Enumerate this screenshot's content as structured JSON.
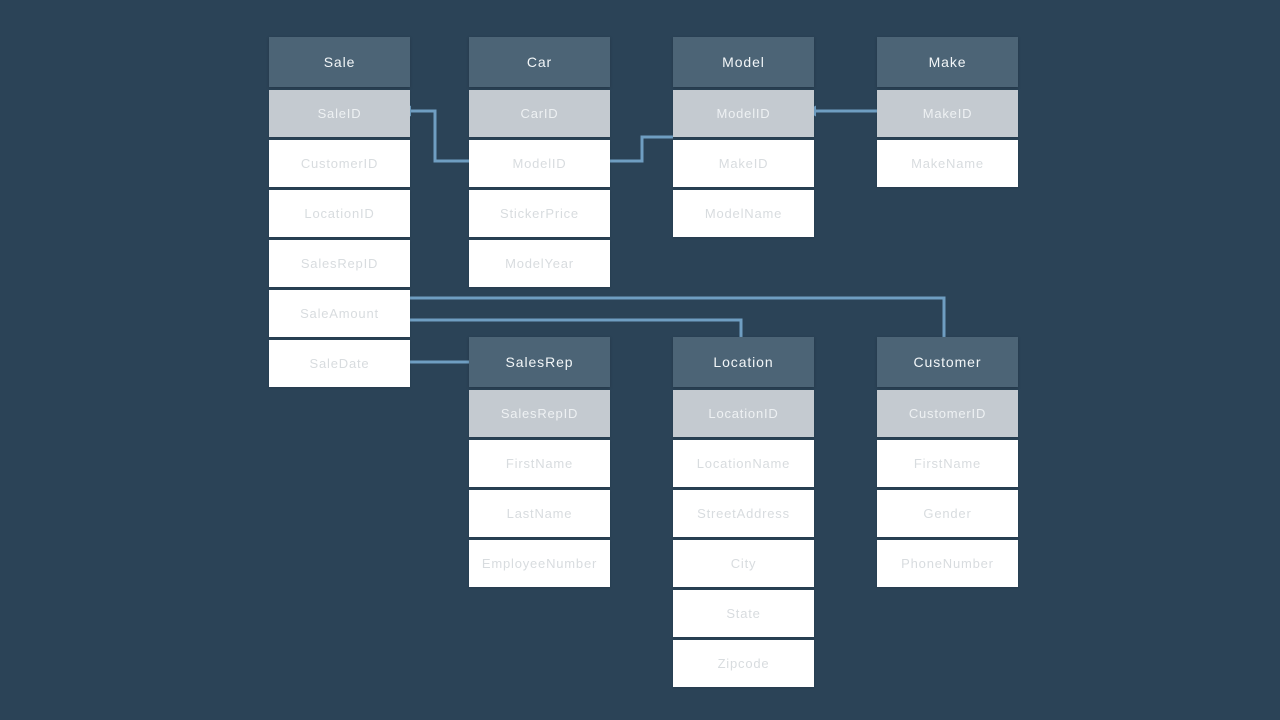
{
  "diagram": {
    "type": "entity-relationship",
    "colors": {
      "background": "#2b4357",
      "table_header_bg": "#4c6476",
      "primary_key_bg": "#c4cad0",
      "row_bg": "#ffffff",
      "header_text": "#f2f6f8",
      "primary_key_text": "#eef1f3",
      "field_text": "#d8dcdf",
      "connector": "#6f9ec2"
    },
    "tables": [
      {
        "name": "Sale",
        "fields": [
          {
            "label": "SaleID",
            "pk": true
          },
          {
            "label": "CustomerID",
            "pk": false
          },
          {
            "label": "LocationID",
            "pk": false
          },
          {
            "label": "SalesRepID",
            "pk": false
          },
          {
            "label": "SaleAmount",
            "pk": false
          },
          {
            "label": "SaleDate",
            "pk": false
          }
        ]
      },
      {
        "name": "Car",
        "fields": [
          {
            "label": "CarID",
            "pk": true
          },
          {
            "label": "ModelID",
            "pk": false
          },
          {
            "label": "StickerPrice",
            "pk": false
          },
          {
            "label": "ModelYear",
            "pk": false
          }
        ]
      },
      {
        "name": "Model",
        "fields": [
          {
            "label": "ModelID",
            "pk": true
          },
          {
            "label": "MakeID",
            "pk": false
          },
          {
            "label": "ModelName",
            "pk": false
          }
        ]
      },
      {
        "name": "Make",
        "fields": [
          {
            "label": "MakeID",
            "pk": true
          },
          {
            "label": "MakeName",
            "pk": false
          }
        ]
      },
      {
        "name": "SalesRep",
        "fields": [
          {
            "label": "SalesRepID",
            "pk": true
          },
          {
            "label": "FirstName",
            "pk": false
          },
          {
            "label": "LastName",
            "pk": false
          },
          {
            "label": "EmployeeNumber",
            "pk": false
          }
        ]
      },
      {
        "name": "Location",
        "fields": [
          {
            "label": "LocationID",
            "pk": true
          },
          {
            "label": "LocationName",
            "pk": false
          },
          {
            "label": "StreetAddress",
            "pk": false
          },
          {
            "label": "City",
            "pk": false
          },
          {
            "label": "State",
            "pk": false
          },
          {
            "label": "Zipcode",
            "pk": false
          }
        ]
      },
      {
        "name": "Customer",
        "fields": [
          {
            "label": "CustomerID",
            "pk": true
          },
          {
            "label": "FirstName",
            "pk": false
          },
          {
            "label": "Gender",
            "pk": false
          },
          {
            "label": "PhoneNumber",
            "pk": false
          }
        ]
      }
    ],
    "connections": [
      {
        "id": "sale-car",
        "from_table": "Sale",
        "to_table": "Car"
      },
      {
        "id": "car-model",
        "from_table": "Car",
        "to_table": "Model"
      },
      {
        "id": "model-make",
        "from_table": "Model",
        "to_table": "Make"
      },
      {
        "id": "sale-customer",
        "from_table": "Sale",
        "to_table": "Customer"
      },
      {
        "id": "sale-location",
        "from_table": "Sale",
        "to_table": "Location"
      },
      {
        "id": "sale-salesrep",
        "from_table": "Sale",
        "to_table": "SalesRep"
      }
    ]
  }
}
